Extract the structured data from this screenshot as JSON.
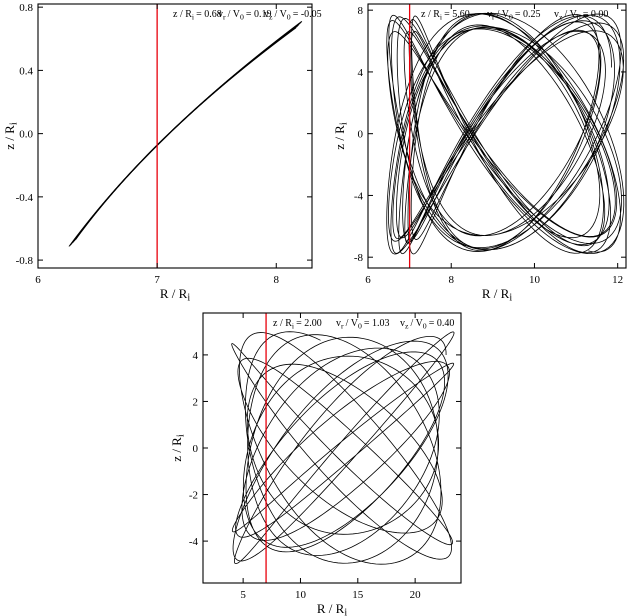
{
  "chart_data": [
    {
      "type": "line",
      "annotation": {
        "z": "z / R",
        "zsub": "i",
        "zval": "= 0.68",
        "vr": "v",
        "vrsub": "r",
        "vrrest": "/ V",
        "vr0": "0",
        "vrval": "= 0.19",
        "vz": "v",
        "vzsub": "z",
        "vzrest": "/ V",
        "vz0": "0",
        "vzval": "= -0.05"
      },
      "xlabel": "R / R",
      "xlabel_sub": "i",
      "ylabel": "z / R",
      "ylabel_sub": "i",
      "xlim": [
        6,
        8.3
      ],
      "ylim": [
        -0.85,
        0.82
      ],
      "xticks": [
        6,
        7,
        8
      ],
      "xtick_labels": [
        "6",
        "7",
        "8"
      ],
      "yticks": [
        -0.8,
        -0.4,
        0,
        0.4,
        0.8
      ],
      "ytick_labels": [
        "-0.8",
        "-0.4",
        "0.0",
        "0.4",
        "0.8"
      ],
      "vline_x": 7,
      "orbit": {
        "xc": 7.17,
        "ax": 0.95,
        "bx": 0.07,
        "zamp": 0.69,
        "ratio": 1,
        "phase": 1.5708,
        "dAx": 0.025,
        "dZ": 0.02,
        "loops": 5,
        "tmax": 31.4
      }
    },
    {
      "type": "line",
      "annotation": {
        "z": "z / R",
        "zsub": "i",
        "zval": "= 5.60",
        "vr": "v",
        "vrsub": "r",
        "vrrest": "/ V",
        "vr0": "0",
        "vrval": "= 0.25",
        "vz": "v",
        "vzsub": "z",
        "vzrest": "/ V",
        "vz0": "0",
        "vzval": "= 0.00"
      },
      "xlabel": "R / R",
      "xlabel_sub": "i",
      "ylabel": "z / R",
      "ylabel_sub": "i",
      "xlim": [
        6,
        12.2
      ],
      "ylim": [
        -8.7,
        8.4
      ],
      "xticks": [
        6,
        8,
        10,
        12
      ],
      "xtick_labels": [
        "6",
        "8",
        "10",
        "12"
      ],
      "yticks": [
        -8,
        -4,
        0,
        4,
        8
      ],
      "ytick_labels": [
        "-8",
        "-4",
        "0",
        "4",
        "8"
      ],
      "vline_x": 7,
      "orbit": {
        "xc": 8.95,
        "ax": 2.55,
        "bx": 0.35,
        "zamp": 7.2,
        "ratio": 1.47,
        "phase": 0.6,
        "dAx": 0.3,
        "dZ": 0.6,
        "loops": 1,
        "tmax": 120
      }
    },
    {
      "type": "line",
      "annotation": {
        "z": "z / R",
        "zsub": "i",
        "zval": "= 2.00",
        "vr": "v",
        "vrsub": "r",
        "vrrest": "/ V",
        "vr0": "0",
        "vrval": "= 1.03",
        "vz": "v",
        "vzsub": "z",
        "vzrest": "/ V",
        "vz0": "0",
        "vzval": "= 0.40"
      },
      "xlabel": "R / R",
      "xlabel_sub": "i",
      "ylabel": "z / R",
      "ylabel_sub": "i",
      "xlim": [
        1.5,
        24
      ],
      "ylim": [
        -5.8,
        5.8
      ],
      "xticks": [
        5,
        10,
        15,
        20
      ],
      "xtick_labels": [
        "5",
        "10",
        "15",
        "20"
      ],
      "yticks": [
        -4,
        -2,
        0,
        2,
        4
      ],
      "ytick_labels": [
        "-4",
        "-2",
        "0",
        "2",
        "4"
      ],
      "vline_x": 7,
      "orbit": {
        "xc": 13.2,
        "ax": 9.0,
        "bx": 0.5,
        "zamp": 4.3,
        "ratio": 1.08,
        "phase": 1.0,
        "dAx": 0.7,
        "dZ": 0.7,
        "loops": 1,
        "tmax": 80
      }
    }
  ]
}
